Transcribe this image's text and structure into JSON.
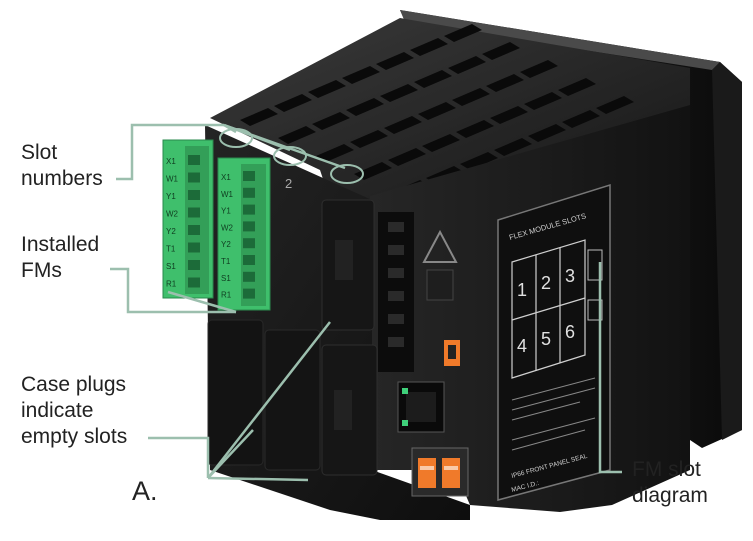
{
  "callouts": {
    "slot_numbers": [
      "Slot",
      "numbers"
    ],
    "installed_fms": [
      "Installed",
      "FMs"
    ],
    "case_plugs": [
      "Case plugs",
      "indicate",
      "empty slots"
    ],
    "figure_letter": "A.",
    "fm_slot_diagram": [
      "FM slot",
      "diagram"
    ]
  },
  "device_label": {
    "title": "FLEX MODULE SLOTS",
    "slots": [
      "1",
      "2",
      "3",
      "4",
      "5",
      "6"
    ],
    "ip_rating": "IP66 FRONT PANEL SEAL",
    "mac_prefix": "MAC I.D.:"
  },
  "terminal_labels": {
    "module_1": [
      "X1",
      "W1",
      "Y1",
      "W2",
      "Y2",
      "T1",
      "S1",
      "R1"
    ],
    "module_2": [
      "X1",
      "W1",
      "Y1",
      "W2",
      "Y2",
      "T1",
      "S1",
      "R1"
    ],
    "slot_2_number": "2"
  },
  "colors": {
    "leader_line": "#9cbfae",
    "module_green": "#3fbf6c",
    "case_black": "#1b1b1b",
    "usb_orange": "#f07a2a",
    "ethernet_led": "#3fd07a"
  }
}
